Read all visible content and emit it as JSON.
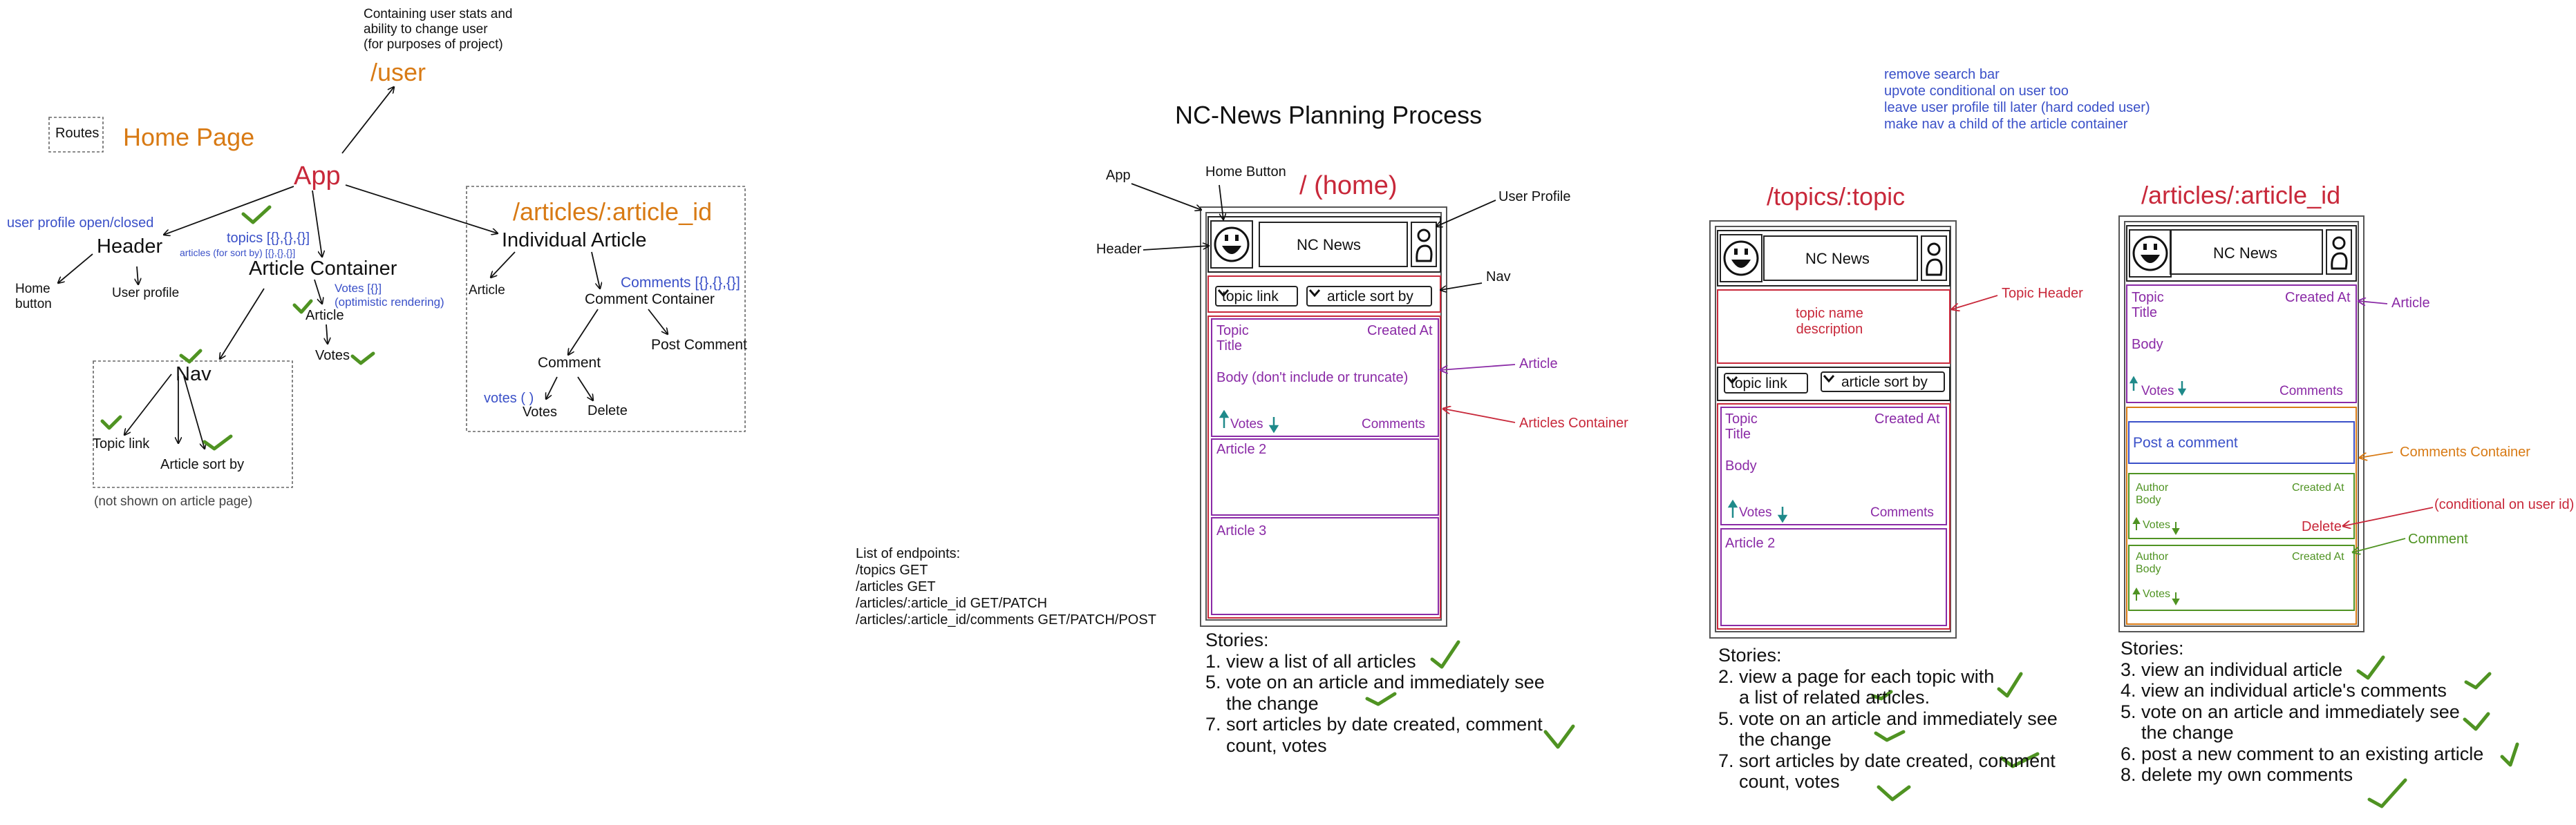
{
  "colors": {
    "orange": "#d87a14",
    "red": "#c8283a",
    "blue": "#3a50c8",
    "purple": "#8a2aa6",
    "green": "#4f9322",
    "teal": "#1f8a8a",
    "ink": "#111111"
  },
  "tree": {
    "routes_legend": "Routes",
    "home_page": "Home Page",
    "user_note": "Containing user stats and\nability to change user\n(for purposes of project)",
    "user_route": "/user",
    "app": "App",
    "user_profile_note": "user profile open/closed",
    "header": "Header",
    "home_button": "Home\nbutton",
    "user_profile": "User profile",
    "topics_note": "topics [{},{},{}]",
    "articles_sort_note": "articles (for sort by) [{},{},{}]",
    "article_container": "Article Container",
    "votes_note": "Votes [{}]\n(optimistic rendering)",
    "article": "Article",
    "votes": "Votes",
    "nav": "Nav",
    "topic_link": "Topic link",
    "article_sort_by": "Article sort by",
    "not_shown_note": "(not shown on article page)",
    "article_route": "/articles/:article_id",
    "individual_article": "Individual Article",
    "ia_article": "Article",
    "comments_note": "Comments [{},{},{}]",
    "comment_container": "Comment Container",
    "post_comment": "Post Comment",
    "comment": "Comment",
    "votes_call": "votes ( )",
    "comment_votes": "Votes",
    "delete": "Delete"
  },
  "endpoints": {
    "text": "List of endpoints:\n/topics GET\n/articles GET\n/articles/:article_id GET/PATCH\n/articles/:article_id/comments GET/PATCH/POST"
  },
  "title": "NC-News Planning Process",
  "todo_note": "remove search bar\nupvote conditional on user too\nleave user profile till later (hard coded user)\nmake nav a child of the article container",
  "home": {
    "route": "/ (home)",
    "ann_app": "App",
    "ann_home_button": "Home Button",
    "ann_header": "Header",
    "ann_user_profile": "User Profile",
    "ann_nav": "Nav",
    "ann_article": "Article",
    "ann_articles_container": "Articles Container",
    "brand": "NC News",
    "topic_select": "topic link",
    "sort_select": "article sort by",
    "card_topic": "Topic",
    "card_title": "Title",
    "card_created": "Created At",
    "card_body": "Body (don't include or truncate)",
    "card_votes": "Votes",
    "card_comments": "Comments",
    "article2": "Article 2",
    "article3": "Article 3",
    "stories": "Stories:\n1. view a list of all articles\n5. vote on an article and immediately see\n    the change\n7. sort articles by date created, comment\n    count, votes"
  },
  "topics": {
    "route": "/topics/:topic",
    "brand": "NC News",
    "topic_header_text": "topic name\ndescription",
    "ann_topic_header": "Topic Header",
    "topic_select": "topic link",
    "sort_select": "article sort by",
    "card_topic": "Topic",
    "card_title": "Title",
    "card_created": "Created At",
    "card_body": "Body",
    "card_votes": "Votes",
    "card_comments": "Comments",
    "article2": "Article 2",
    "stories": "Stories:\n2. view a page for each topic with\n    a list of related articles.\n5. vote on an article and immediately see\n    the change\n7. sort articles by date created, comment\n    count, votes"
  },
  "article_page": {
    "route": "/articles/:article_id",
    "brand": "NC News",
    "ann_article": "Article",
    "card_topic": "Topic",
    "card_title": "Title",
    "card_created": "Created At",
    "card_body": "Body",
    "card_votes": "Votes",
    "card_comments": "Comments",
    "post_comment": "Post a comment",
    "ann_comments_container": "Comments Container",
    "c_author": "Author",
    "c_body": "Body",
    "c_created": "Created At",
    "c_votes": "Votes",
    "c_delete": "Delete",
    "ann_conditional": "(conditional on user id)",
    "ann_comment": "Comment",
    "stories": "Stories:\n3. view an individual article\n4. view an individual article's comments\n5. vote on an article and immediately see\n    the change\n6. post a new comment to an existing article\n8. delete my own comments"
  }
}
